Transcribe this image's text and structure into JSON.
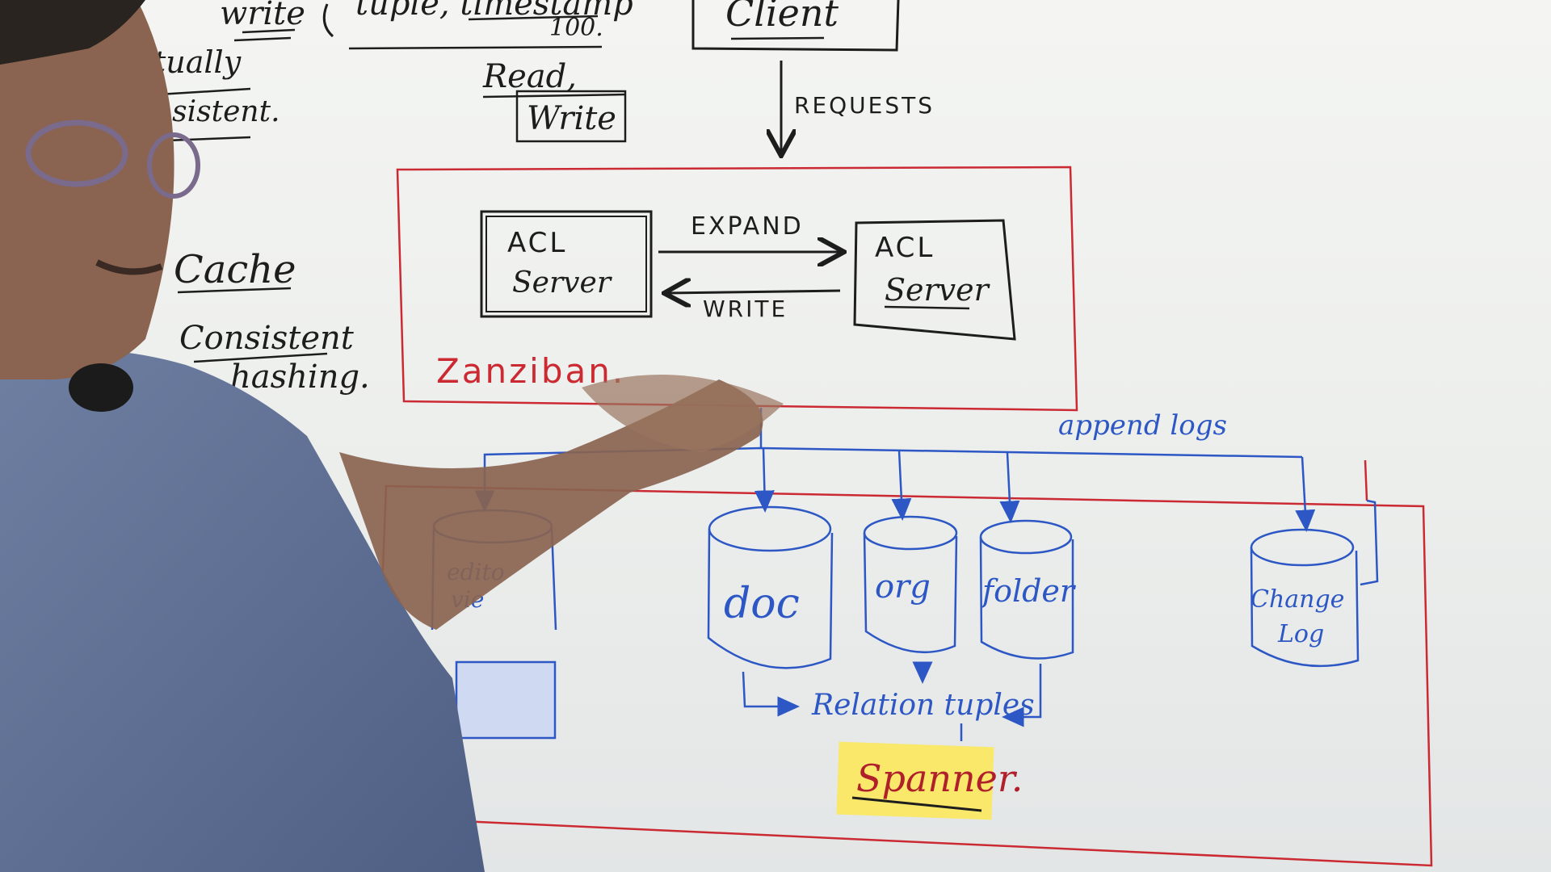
{
  "left_notes": {
    "write": "write",
    "eventually": "tually",
    "consistent": "nsistent.",
    "cache": "Cache",
    "consistent_hashing_1": "Consistent",
    "consistent_hashing_2": "hashing."
  },
  "top_notes": {
    "tuple_timestamp": "tuple, timestamp",
    "timestamp_value": "100.",
    "read": "Read,",
    "write_boxed": "Write"
  },
  "client": {
    "label": "Client",
    "requests_label": "REQUESTS"
  },
  "zanzibar": {
    "label": "Zanziban.",
    "acl_server_left": {
      "line1": "ACL",
      "line2": "Server"
    },
    "acl_server_right": {
      "line1": "ACL",
      "line2": "Server"
    },
    "expand_label": "EXPAND",
    "write_label": "WRITE"
  },
  "logs": {
    "append_logs_label": "append logs"
  },
  "stores": {
    "editor_viewer": {
      "line1": "edito",
      "line2": "vie"
    },
    "doc": "doc",
    "org": "org",
    "folder": "folder",
    "change_log": {
      "line1": "Change",
      "line2": "Log"
    }
  },
  "relation_tuples_label": "Relation tuples",
  "spanner": {
    "label": "Spanner.",
    "highlight_color": "#f9e86a"
  },
  "colors": {
    "ink_black": "#1d1d1d",
    "ink_red": "#cc2a33",
    "ink_blue": "#2c57c4"
  }
}
